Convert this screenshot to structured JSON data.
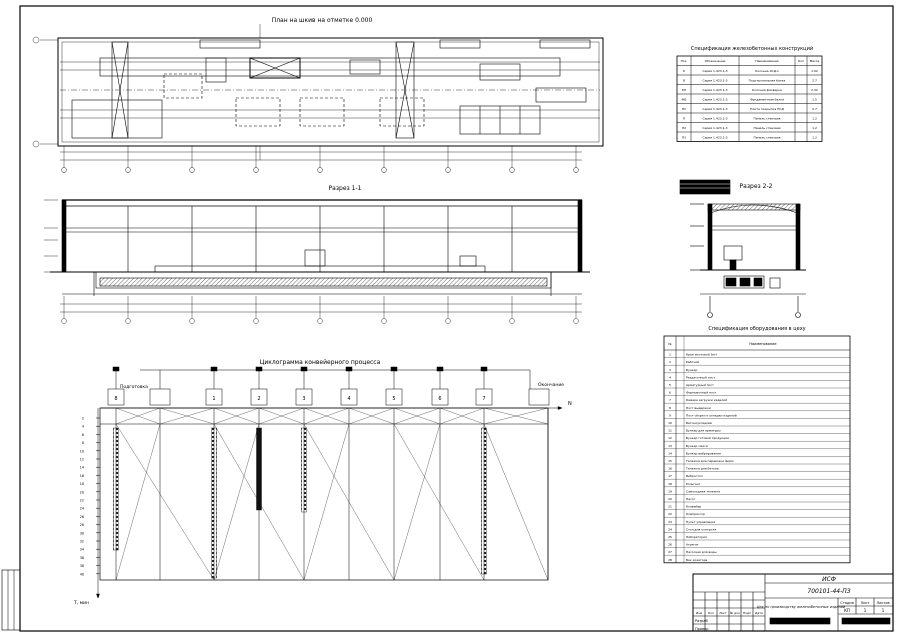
{
  "titles": {
    "plan": "План на шкив на отметке 0.000",
    "section_1": "Разрез 1-1",
    "section_2": "Разрез 2-2",
    "cyclogram": "Циклограмма конвейерного процесса"
  },
  "concrete_spec": {
    "title": "Спецификация железобетонных конструкций",
    "headers": [
      "Поз.",
      "Обозначение",
      "Наименование",
      "Кол",
      "Масса"
    ],
    "rows": [
      [
        "К",
        "Серия 1.423.1-3",
        "Колонна 1КД-1",
        "",
        "1.92"
      ],
      [
        "Б",
        "Серия 1.423.1-3",
        "Подстропильная балка",
        "",
        "2.7"
      ],
      [
        "КП",
        "Серия 1.423.1-3",
        "Колонна фахверка",
        "",
        "2.32"
      ],
      [
        "ФБ",
        "Серия 1.423.1-3",
        "Фундаментная балка",
        "",
        "1.5"
      ],
      [
        "ПС",
        "Серия 1.423.1-3",
        "Плита покрытия ПСД",
        "",
        "2.7"
      ],
      [
        "П",
        "Серия 1.423.1-3",
        "Панель стеновая",
        "",
        "1.2"
      ],
      [
        "П2",
        "Серия 1.423.1-3",
        "Панель стеновая",
        "",
        "1.2"
      ],
      [
        "П3",
        "Серия 1.423.1-3",
        "Панель стеновая",
        "",
        "1.2"
      ]
    ]
  },
  "equipment_spec": {
    "title": "Спецификация оборудования в цеху",
    "headers": [
      "№",
      "Наименование"
    ],
    "rows": [
      "Кран мостовой 5кН",
      "Рабочий",
      "Бункер",
      "Раздаточный пост",
      "Арматурный пост",
      "Формовочный пост",
      "Камера загрузки изделий",
      "Пост выдержки",
      "Пост сборки и укладки изделий",
      "Бетоноукладчик",
      "Бункер для арматуры",
      "Бункер готовой продукции",
      "Бункер смеси",
      "Бункер вибрирования",
      "Тележка для перевозки форм",
      "Тележка для бетона",
      "Вибростол",
      "Рольганг",
      "Самоходная тележка",
      "Насос",
      "Конвейер",
      "Компрессор",
      "Пульт управления",
      "Стол для контроля",
      "Лаборатория",
      "Агрегат",
      "Насосная для воды",
      "Бак дозатора"
    ]
  },
  "cyclogram": {
    "left_label": "Подготовка",
    "right_label": "Окончание",
    "first_post": "8",
    "post_numbers": [
      "1",
      "2",
      "3",
      "4",
      "5",
      "6",
      "7"
    ],
    "time_ticks": [
      "2",
      "4",
      "6",
      "8",
      "10",
      "12",
      "14",
      "16",
      "18",
      "20",
      "22",
      "24",
      "26",
      "28",
      "30",
      "32",
      "34",
      "36",
      "38",
      "40"
    ],
    "x_axis_label": "N",
    "y_axis_label": "Т, мин"
  },
  "stamp": {
    "org": "ИСФ",
    "code": "700101-44-ПЗ",
    "description": "Цех по производству железобетонных изделий",
    "stage_header": "Стадия",
    "sheet_header": "Лист",
    "sheets_header": "Листов",
    "stage": "КП",
    "sheet": "1",
    "sheets": "1",
    "col_headers": [
      "Изм",
      "Кол",
      "Лист",
      "№ док",
      "Подп",
      "Дата"
    ],
    "role_dev": "Разраб",
    "role_check": "Провер"
  },
  "colors": {
    "line": "#000000",
    "paper": "#ffffff",
    "hatch": "#444444"
  }
}
